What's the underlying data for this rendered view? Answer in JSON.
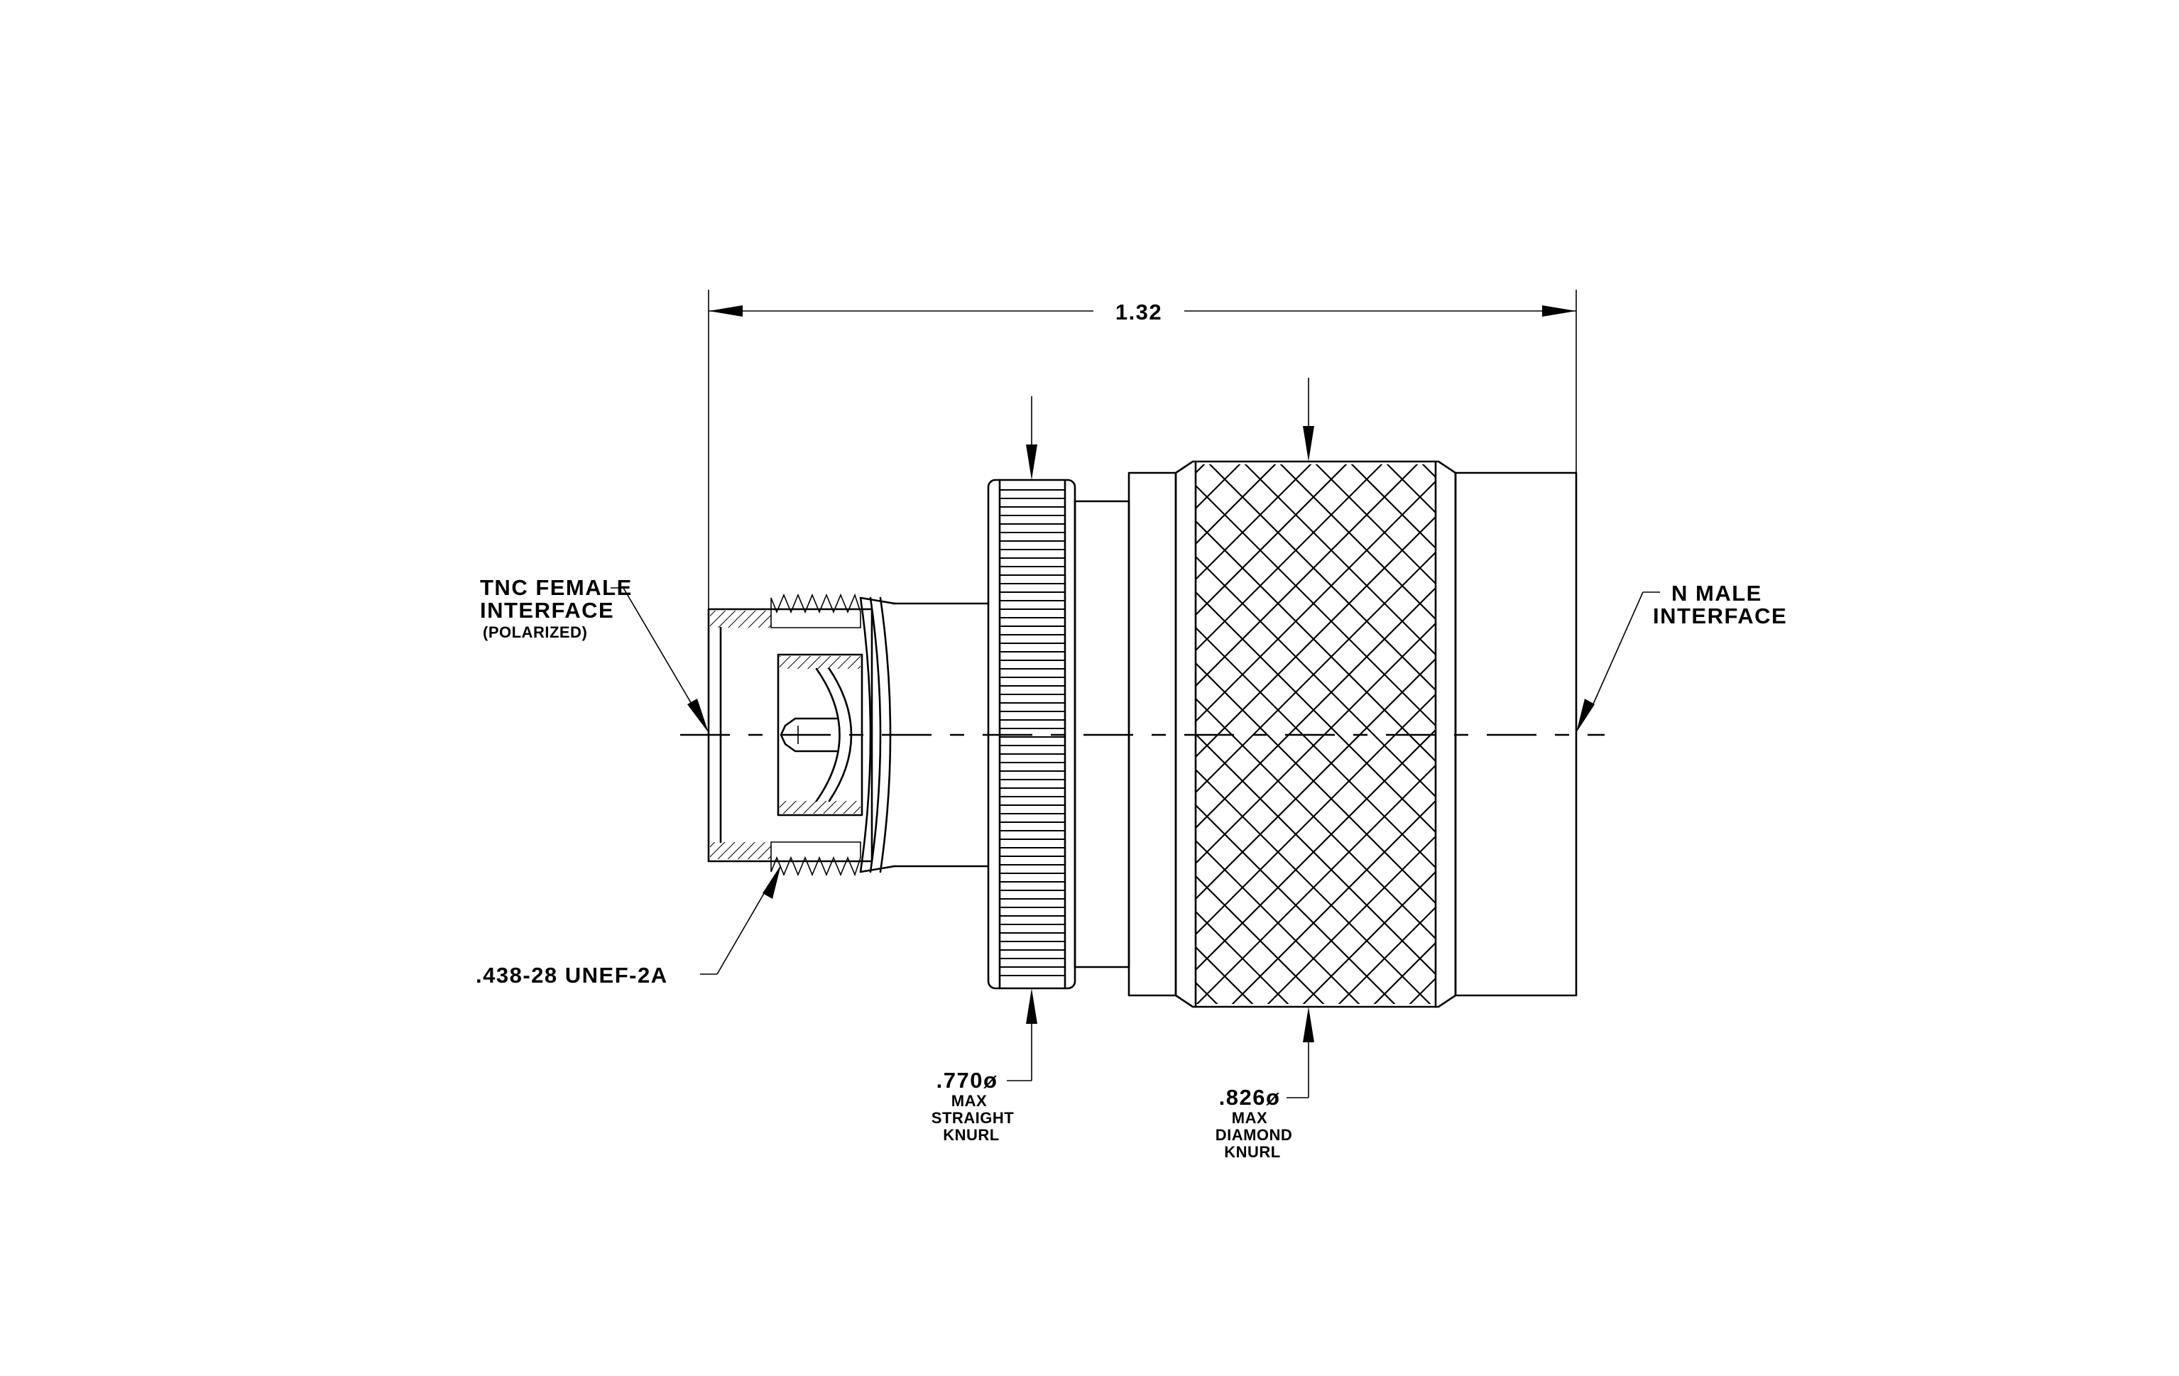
{
  "dimensions": {
    "overall_length": "1.32"
  },
  "callouts": {
    "tnc": {
      "line1": "TNC  FEMALE",
      "line2": "INTERFACE",
      "line3": "(POLARIZED)"
    },
    "nmale": {
      "line1": "N  MALE",
      "line2": "INTERFACE"
    },
    "thread": {
      "text": ".438-28  UNEF-2A"
    },
    "straight_knurl": {
      "dia": ".770ø",
      "l1": "MAX",
      "l2": "STRAIGHT",
      "l3": "KNURL"
    },
    "diamond_knurl": {
      "dia": ".826ø",
      "l1": "MAX",
      "l2": "DIAMOND",
      "l3": "KNURL"
    }
  }
}
